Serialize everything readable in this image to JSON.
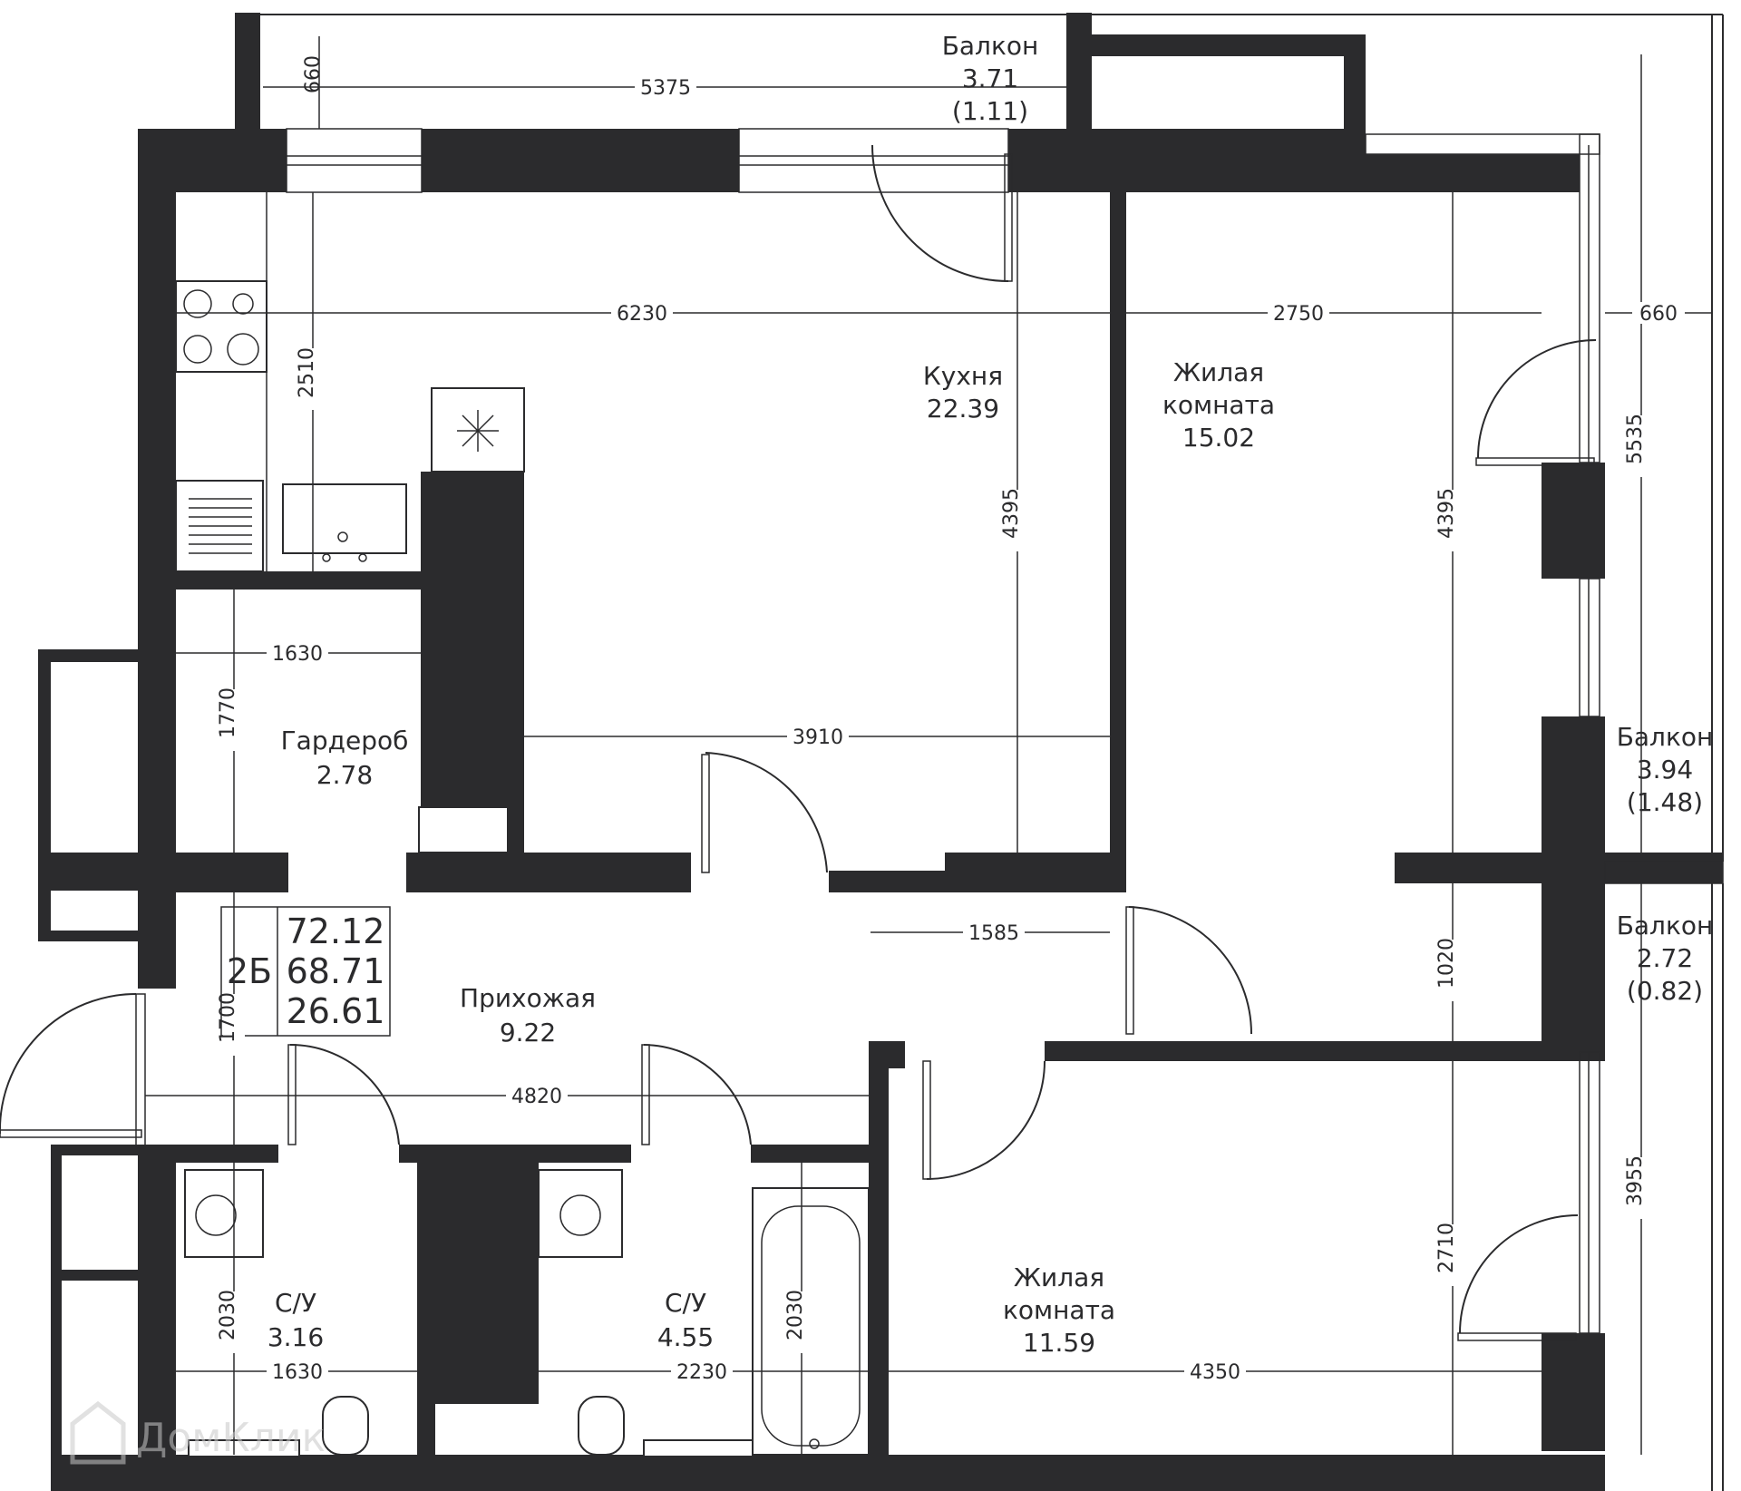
{
  "rooms": {
    "balcony_top": {
      "name": "Балкон",
      "area": "3.71",
      "area2": "(1.11)"
    },
    "kitchen": {
      "name": "Кухня",
      "area": "22.39"
    },
    "living_1": {
      "name1": "Жилая",
      "name2": "комната",
      "area": "15.02"
    },
    "wardrobe": {
      "name": "Гардероб",
      "area": "2.78"
    },
    "balcony_right1": {
      "name": "Балкон",
      "area": "3.94",
      "area2": "(1.48)"
    },
    "balcony_right2": {
      "name": "Балкон",
      "area": "2.72",
      "area2": "(0.82)"
    },
    "hallway": {
      "name": "Прихожая",
      "area": "9.22"
    },
    "bath_1": {
      "name": "С/У",
      "area": "3.16"
    },
    "bath_2": {
      "name": "С/У",
      "area": "4.55"
    },
    "living_2": {
      "name1": "Жилая",
      "name2": "комната",
      "area": "11.59"
    }
  },
  "info_box": {
    "type": "2Б",
    "total_area": "72.12",
    "area_2": "68.71",
    "living_area": "26.61"
  },
  "dimensions": {
    "balcony_top_depth": "660",
    "balcony_top_width": "5375",
    "kitchen_width": "6230",
    "kitchen_counter_depth": "2510",
    "kitchen_depth": "4395",
    "kitchen_lower_width": "3910",
    "living1_width": "2750",
    "living1_depth": "4395",
    "right_balcony_depth": "660",
    "right_balcony_length": "5535",
    "wardrobe_width": "1630",
    "wardrobe_depth": "1770",
    "hall_width_right": "1585",
    "hall_depth": "1700",
    "hall_width": "4820",
    "living1_lower": "1020",
    "bath1_depth": "2030",
    "bath1_width": "1630",
    "bath2_depth": "2030",
    "bath2_width": "2230",
    "living2_depth": "2710",
    "living2_width": "4350",
    "right_balcony2_length": "3955"
  },
  "watermark": "ДомКлик",
  "colors": {
    "wall": "#2b2b2d",
    "background": "#ffffff",
    "watermark": "#c8c8c8"
  }
}
